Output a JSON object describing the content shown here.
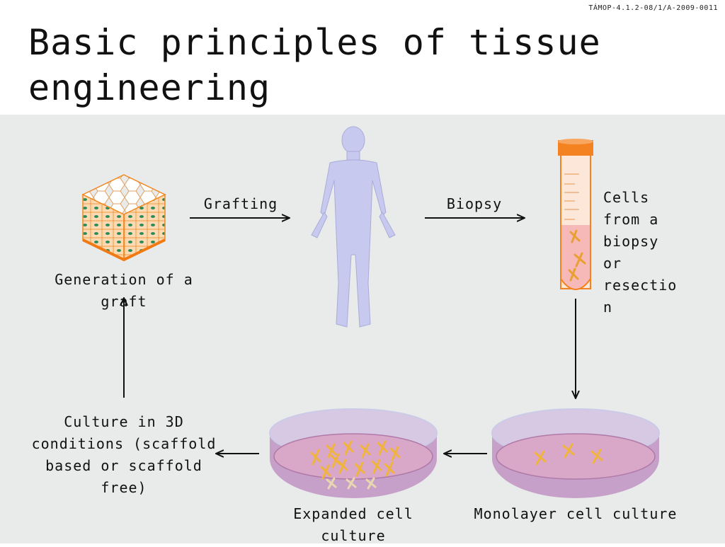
{
  "header": {
    "code": "TÁMOP-4.1.2-08/1/A-2009-0011"
  },
  "title": "Basic principles of tissue engineering",
  "labels": {
    "generation": "Generation of a graft",
    "grafting": "Grafting",
    "biopsy": "Biopsy",
    "cells_from": "Cells\nfrom a\nbiopsy\nor\nresectio\nn",
    "culture3d": "Culture in 3D conditions (scaffold based or scaffold free)",
    "expanded": "Expanded cell culture",
    "monolayer": "Monolayer cell culture"
  },
  "colors": {
    "panel": "#e9eaea",
    "body_silhouette": "#c7c9ee",
    "tissue_orange": "#f08a24",
    "tube_cap": "#f58220",
    "dish_rim": "#cbcbe8",
    "dish_medium": "#d9a8c9",
    "cells": "#f0b43c"
  }
}
